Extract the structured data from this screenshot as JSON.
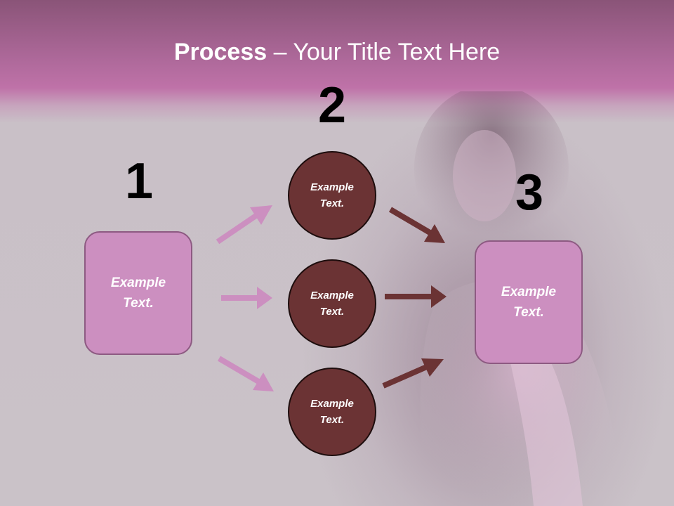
{
  "title": {
    "bold": "Process",
    "rest": " – Your Title Text Here"
  },
  "steps": {
    "one": {
      "number": "1",
      "text": "Example\nText."
    },
    "two": {
      "number": "2"
    },
    "three": {
      "number": "3",
      "text": "Example\nText."
    }
  },
  "circles": [
    {
      "text": "Example\nText."
    },
    {
      "text": "Example\nText."
    },
    {
      "text": "Example\nText."
    }
  ],
  "colors": {
    "box_fill": "#cc8fc0",
    "box_border": "#8d5a82",
    "circle_fill": "#6b3334",
    "pink_arrow": "#cc8fc0",
    "dark_arrow": "#6b3334",
    "header_band": "#bf72a8"
  }
}
